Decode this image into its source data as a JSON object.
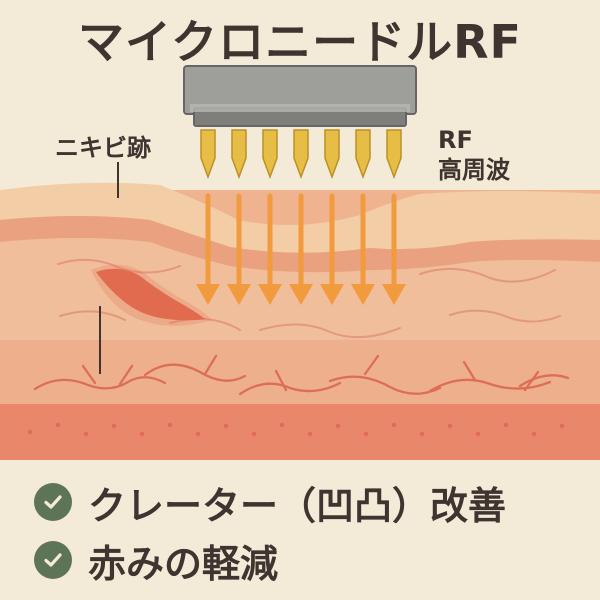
{
  "title": "マイクロニードルRF",
  "labels": {
    "acne_scar": "ニキビ跡",
    "rf_line1": "RF",
    "rf_line2": "高周波"
  },
  "benefits": [
    {
      "text": "クレーター（凹凸）改善",
      "icon": "check-circle-icon"
    },
    {
      "text": "赤みの軽減",
      "icon": "check-circle-icon"
    }
  ],
  "colors": {
    "background": "#f4ead8",
    "skin_top": "#f0c8a4",
    "skin_mid": "#efb48f",
    "skin_deep": "#e9956f",
    "needle": "#e7be45",
    "arrow": "#f19a3e",
    "scar": "#e06a4e",
    "check": "#5e7457",
    "text": "#3f342f"
  },
  "device": {
    "needle_count": 7,
    "icon": "microneedle-handpiece-icon"
  }
}
